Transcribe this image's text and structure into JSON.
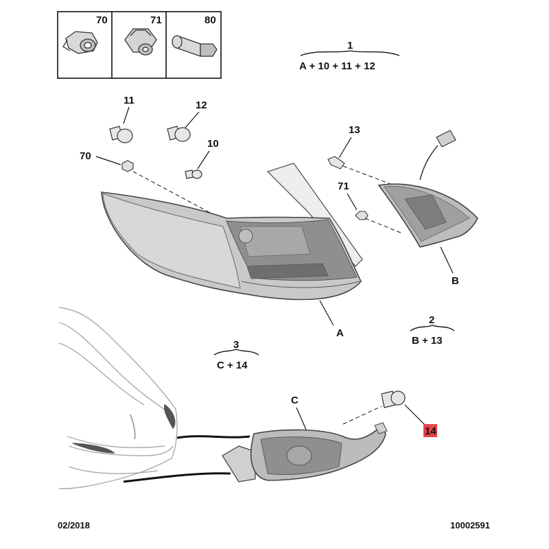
{
  "fastener_box": [
    {
      "ref": "70",
      "icon": "push-nut-icon"
    },
    {
      "ref": "71",
      "icon": "hex-nut-icon"
    },
    {
      "ref": "80",
      "icon": "plug-bolt-icon"
    }
  ],
  "callouts": {
    "c1": {
      "number": "1",
      "composition": "A + 10 + 11 + 12"
    },
    "c2": {
      "number": "2",
      "composition": "B + 13"
    },
    "c3": {
      "number": "3",
      "composition": "C + 14"
    }
  },
  "refs": {
    "r11": "11",
    "r12": "12",
    "r10": "10",
    "r70": "70",
    "r13": "13",
    "r71": "71",
    "r14": "14"
  },
  "letters": {
    "A": "A",
    "B": "B",
    "C": "C"
  },
  "highlight_color": "#e8424a",
  "footer": {
    "date": "02/2018",
    "doc_number": "10002591"
  }
}
